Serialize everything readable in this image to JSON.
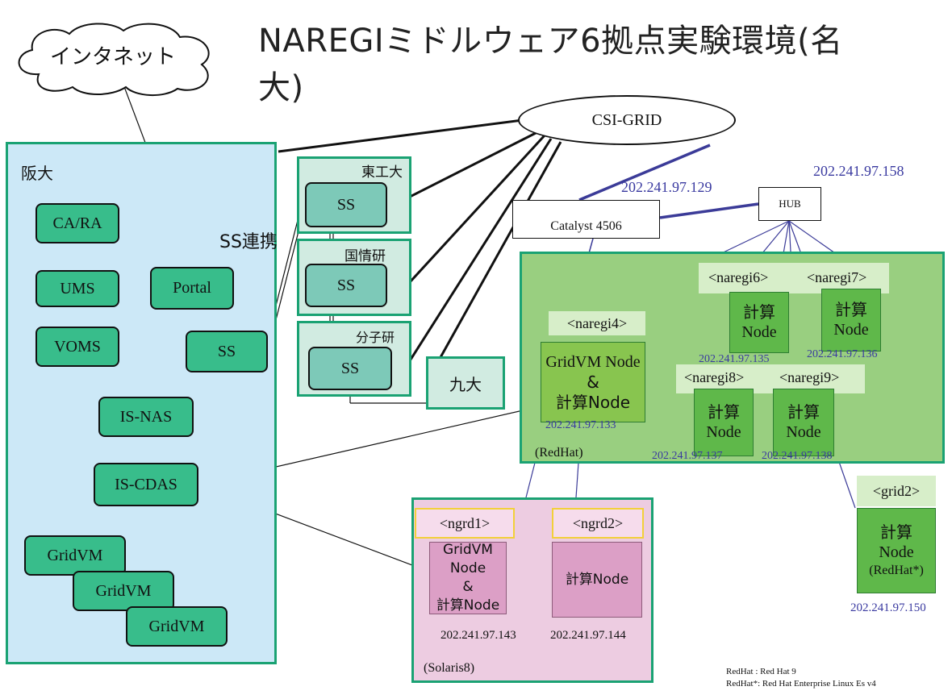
{
  "title": "NAREGIミドルウェア6拠点実験環境(名大)",
  "internet": "インタネット",
  "csi_grid": "CSI-GRID",
  "handai": {
    "label": "阪大",
    "ca_ra": "CA/RA",
    "ums": "UMS",
    "voms": "VOMS",
    "portal": "Portal",
    "ss": "SS",
    "is_nas": "IS-NAS",
    "is_cdas": "IS-CDAS",
    "gridvm": [
      "GridVM",
      "GridVM",
      "GridVM"
    ]
  },
  "ss_link_label": "SS連携",
  "labs": [
    {
      "label": "東工大",
      "ss": "SS"
    },
    {
      "label": "国情研",
      "ss": "SS"
    },
    {
      "label": "分子研",
      "ss": "SS"
    }
  ],
  "kyudai": "九大",
  "network": {
    "catalyst": "Catalyst 4506",
    "catalyst_ip": "202.241.97.129",
    "hub": "HUB",
    "hub_ip": "202.241.97.158"
  },
  "naregi_nodes": {
    "naregi4": {
      "tag": "<naregi4>",
      "line1": "GridVM Node",
      "line2": "&",
      "line3": "計算Node",
      "ip": "202.241.97.133"
    },
    "naregi6": {
      "tag": "<naregi6>",
      "line1": "計算",
      "line2": "Node",
      "ip": "202.241.97.135"
    },
    "naregi7": {
      "tag": "<naregi7>",
      "line1": "計算",
      "line2": "Node",
      "ip": "202.241.97.136"
    },
    "naregi8": {
      "tag": "<naregi8>",
      "line1": "計算",
      "line2": "Node",
      "ip": "202.241.97.137"
    },
    "naregi9": {
      "tag": "<naregi9>",
      "line1": "計算",
      "line2": "Node",
      "ip": "202.241.97.138"
    },
    "os": "(RedHat)"
  },
  "grid2": {
    "tag": "<grid2>",
    "line1": "計算",
    "line2": "Node",
    "line3": "(RedHat*)",
    "ip": "202.241.97.150"
  },
  "solaris_nodes": {
    "ngrd1": {
      "tag": "<ngrd1>",
      "line1": "GridVM Node",
      "line2": "&",
      "line3": "計算Node",
      "ip": "202.241.97.143"
    },
    "ngrd2": {
      "tag": "<ngrd2>",
      "line1": "計算Node",
      "ip": "202.241.97.144"
    },
    "os": "(Solaris8)"
  },
  "legend": {
    "line1": "RedHat : Red Hat 9",
    "line2": "RedHat*: Red Hat Enterprise Linux Es v4"
  },
  "colors": {
    "handai_bg": "#cce8f7",
    "node_green": "#38bd8b",
    "ss_teal": "#7dc9b8",
    "cluster_green": "#99cf80",
    "compute_green": "#5fb84a",
    "solaris_pink": "#edcce1",
    "node_pink": "#dc9fc6",
    "border_teal": "#1aa273",
    "ip_blue": "#3a3aa0"
  }
}
